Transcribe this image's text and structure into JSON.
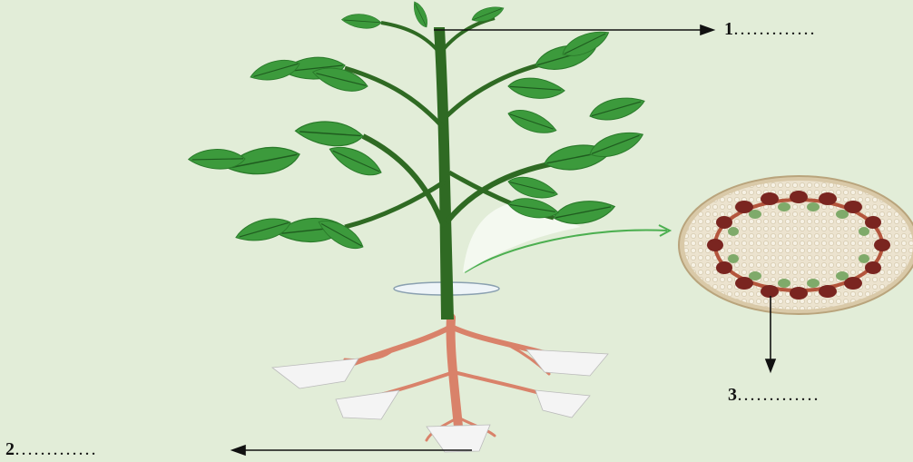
{
  "labels": [
    {
      "id": "label-1",
      "number": "1",
      "dots": "............."
    },
    {
      "id": "label-2",
      "number": "2",
      "dots": "............."
    },
    {
      "id": "label-3",
      "number": "3",
      "dots": "............."
    }
  ],
  "colors": {
    "background": "#e2edd8",
    "stem": "#2f6a23",
    "leaf": "#3c9a3c",
    "leaf_vein": "#1f5c1f",
    "root": "#d9826a",
    "root_tip": "#f4f4f4",
    "cross_section_fill": "#e8dcc4",
    "cross_section_ring": "#b4553c",
    "vascular_dark": "#7a2520",
    "vascular_green": "#7faa6a",
    "arrow": "#111111",
    "section_arrow": "#4caf50"
  }
}
